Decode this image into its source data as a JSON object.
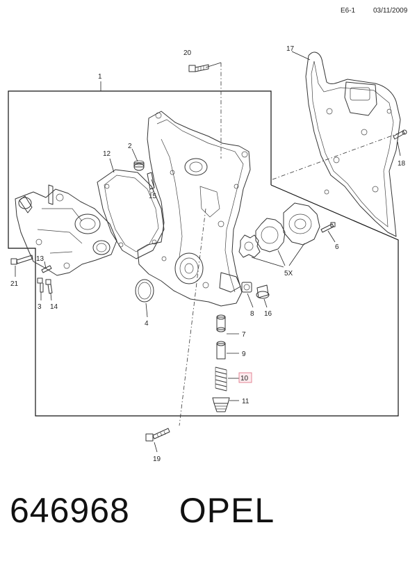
{
  "header": {
    "page_code": "E6-1",
    "date": "03/11/2009"
  },
  "callouts": {
    "c1": "1",
    "c2": "2",
    "c3": "3",
    "c4": "4",
    "c5x": "5X",
    "c6": "6",
    "c7": "7",
    "c8": "8",
    "c9": "9",
    "c10": "10",
    "c11": "11",
    "c12": "12",
    "c13": "13",
    "c14": "14",
    "c15": "15",
    "c16": "16",
    "c17": "17",
    "c18": "18",
    "c19": "19",
    "c20": "20",
    "c21": "21"
  },
  "highlighted_callout": "10",
  "colors": {
    "highlight_fill": "#fdecef",
    "highlight_stroke": "#e07a8a"
  },
  "footer": {
    "part_number": "646968",
    "brand": "OPEL"
  }
}
